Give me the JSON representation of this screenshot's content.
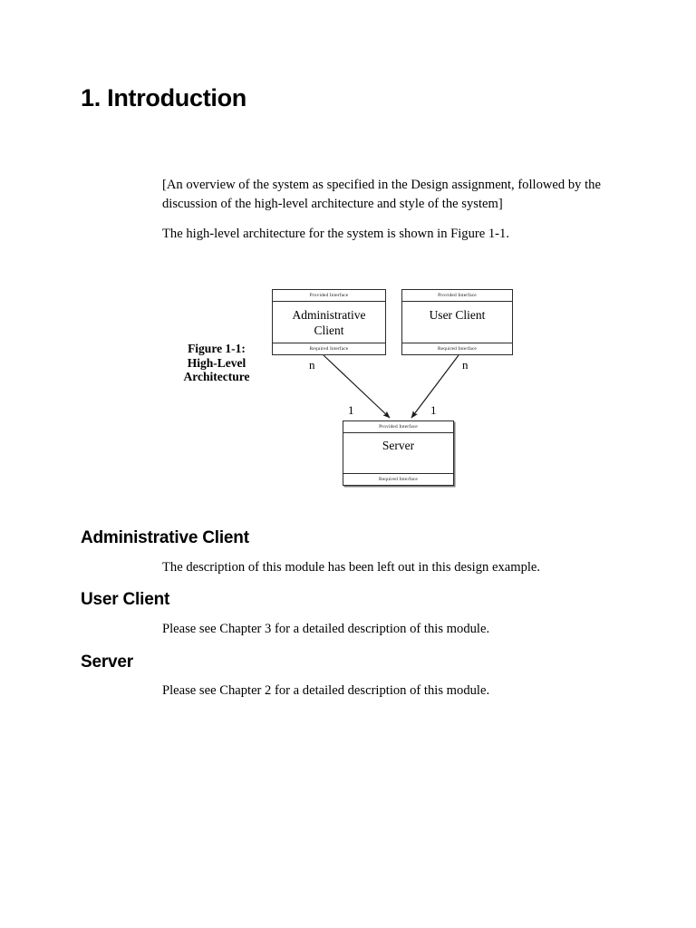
{
  "document": {
    "title": "1. Introduction"
  },
  "intro": {
    "overview": "[An overview of the system as specified in the Design assignment, followed by the discussion of the high-level architecture and style of the system]",
    "figure_reference": "The high-level architecture for the system is shown in Figure 1-1."
  },
  "figure": {
    "caption_line1": "Figure 1-1:",
    "caption_line2": "High-Level",
    "caption_line3": "Architecture",
    "interface_labels": {
      "provided": "Provided Interface",
      "required": "Required Interface"
    },
    "components": [
      {
        "id": "administrative-client",
        "name_line1": "Administrative",
        "name_line2": "Client",
        "provided": "Provided Interface",
        "required": "Required Interface"
      },
      {
        "id": "user-client",
        "name_line1": "User Client",
        "name_line2": "",
        "provided": "Provided Interface",
        "required": "Required Interface"
      },
      {
        "id": "server",
        "name_line1": "Server",
        "name_line2": "",
        "provided": "Provided Interface",
        "required": "Required Interface"
      }
    ],
    "connections": [
      {
        "from": "administrative-client",
        "to": "server",
        "source_multiplicity": "n",
        "target_multiplicity": "1"
      },
      {
        "from": "user-client",
        "to": "server",
        "source_multiplicity": "n",
        "target_multiplicity": "1"
      }
    ]
  },
  "sections": [
    {
      "heading": "Administrative Client",
      "body": "The description of this module has been left out in this design example."
    },
    {
      "heading": "User Client",
      "body": "Please see Chapter 3 for a detailed description of this module."
    },
    {
      "heading": "Server",
      "body": "Please see Chapter 2 for a detailed description of this module."
    }
  ],
  "colors": {
    "text": "#000000",
    "page_background": "#ffffff",
    "diagram_stroke": "#2b2b2b",
    "diagram_shadow": "#7a7a7a"
  }
}
